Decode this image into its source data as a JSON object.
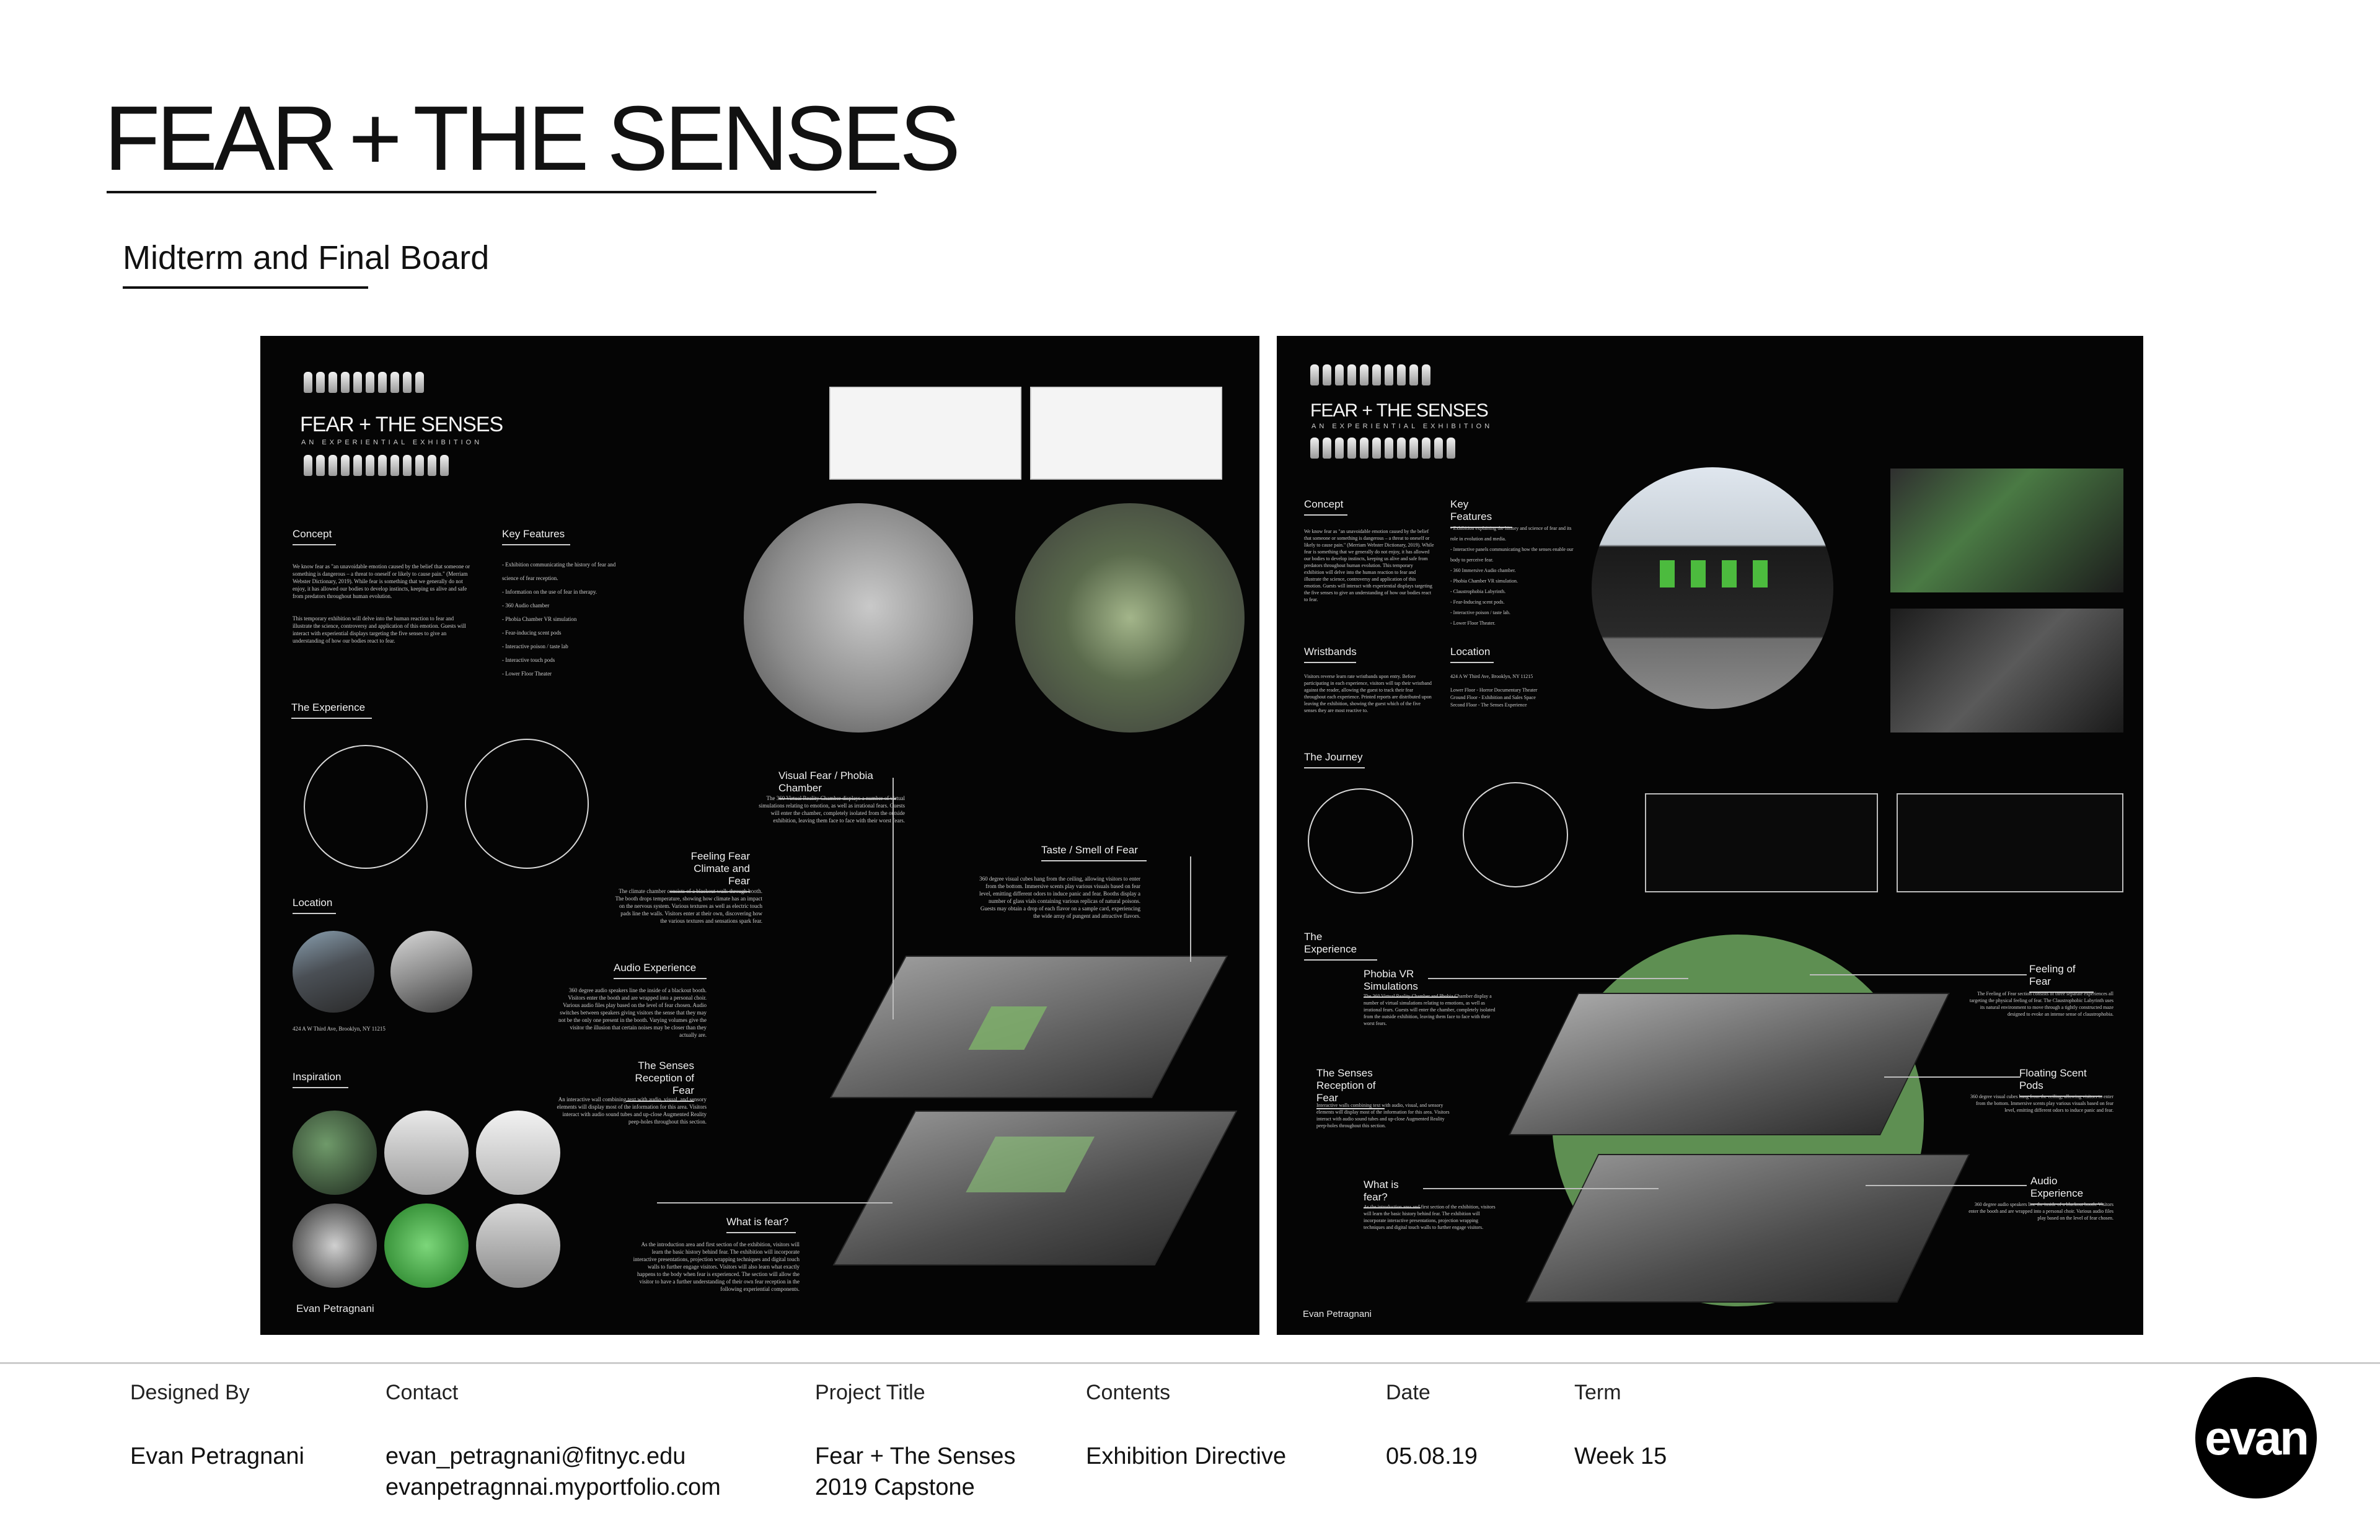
{
  "header": {
    "title": "FEAR + THE SENSES",
    "subtitle": "Midterm and Final Board"
  },
  "left_board": {
    "logo_title": "FEAR + THE SENSES",
    "logo_subtitle": "AN EXPERIENTIAL EXHIBITION",
    "concept_heading": "Concept",
    "concept_text": "We know fear as \"an unavoidable emotion caused by the belief that someone or something is dangerous – a threat to oneself or likely to cause pain.\" (Merriam Webster Dictionary, 2019). While fear is something that we generally do not enjoy, it has allowed our bodies to develop instincts, keeping us alive and safe from predators throughout human evolution.",
    "concept_text_2": "This temporary exhibition will delve into the human reaction to fear and illustrate the science, controversy and application of this emotion. Guests will interact with experiential displays targeting the five senses to give an understanding of how our bodies react to fear.",
    "key_features_heading": "Key Features",
    "key_features": [
      "- Exhibition communicating the history of fear and science of fear reception.",
      "- Information on the use of fear in therapy.",
      "- 360 Audio chamber",
      "- Phobia Chamber VR simulation",
      "- Fear-inducing scent pods",
      "- Interactive poison / taste lab",
      "- Interactive touch pods",
      "- Lower Floor Theater"
    ],
    "experience_heading": "The Experience",
    "location_heading": "Location",
    "location_address": "424 A W Third Ave, Brooklyn, NY 11215",
    "inspiration_heading": "Inspiration",
    "author": "Evan Petragnani",
    "callouts": [
      {
        "title": "Visual Fear / Phobia Chamber",
        "text": "The 360 Virtual Reality Chamber displays a number of virtual simulations relating to emotion, as well as irrational fears. Guests will enter the chamber, completely isolated from the outside exhibition, leaving them face to face with their worst fears."
      },
      {
        "title": "Feeling Fear\nClimate and Fear",
        "text": "The climate chamber consists of a blackout walk-through booth. The booth drops temperature, showing how climate has an impact on the nervous system. Various textures as well as electric touch pads line the walls. Visitors enter at their own, discovering how the various textures and sensations spark fear."
      },
      {
        "title": "Taste / Smell of Fear",
        "text": "360 degree visual cubes hang from the ceiling, allowing visitors to enter from the bottom. Immersive scents play various visuals based on fear level, emitting different odors to induce panic and fear. Booths display a number of glass vials containing various replicas of natural poisons. Guests may obtain a drop of each flavor on a sample card, experiencing the wide array of pungent and attractive flavors."
      },
      {
        "title": "Audio Experience",
        "text": "360 degree audio speakers line the inside of a blackout booth. Visitors enter the booth and are wrapped into a personal choir. Various audio files play based on the level of fear chosen. Audio switches between speakers giving visitors the sense that they may not be the only one present in the booth. Varying volumes give the visitor the illusion that certain noises may be closer than they actually are."
      },
      {
        "title": "The Senses\nReception of Fear",
        "text": "An interactive wall combining text with audio, visual, and sensory elements will display most of the information for this area. Visitors interact with audio sound tubes and up-close Augmented Reality peep-holes throughout this section."
      },
      {
        "title": "What is fear?",
        "text": "As the introduction area and first section of the exhibition, visitors will learn the basic history behind fear. The exhibition will incorporate interactive presentations, projection wrapping techniques and digital touch walls to further engage visitors. Visitors will also learn what exactly happens to the body when fear is experienced. The section will allow the visitor to have a further understanding of their own fear reception in the following experiential components."
      }
    ]
  },
  "right_board": {
    "logo_title": "FEAR + THE SENSES",
    "logo_subtitle": "AN EXPERIENTIAL EXHIBITION",
    "concept_heading": "Concept",
    "concept_text": "We know fear as \"an unavoidable emotion caused by the belief that someone or something is dangerous – a threat to oneself or likely to cause pain.\" (Merriam Webster Dictionary, 2019). While fear is something that we generally do not enjoy, it has allowed our bodies to develop instincts, keeping us alive and safe from predators throughout human evolution. This temporary exhibition will delve into the human reaction to fear and illustrate the science, controversy and application of this emotion. Guests will interact with experiential displays targeting the five senses to give an understanding of how our bodies react to fear.",
    "key_features_heading": "Key Features",
    "key_features": [
      "- Exhibition explaining the history and science of fear and its role in evolution and media.",
      "- Interactive panels communicating how the senses enable our body to perceive fear.",
      "- 360 Immersive Audio chamber.",
      "- Phobia Chamber VR simulation.",
      "- Claustrophobia Labyrinth.",
      "- Fear-Inducing scent pods.",
      "- Interactive poison / taste lab.",
      "- Lower Floor Theater."
    ],
    "wristbands_heading": "Wristbands",
    "wristbands_text": "Visitors reverse learn rate wristbands upon entry. Before participating in each experience, visitors will tap their wristband against the reader, allowing the guest to track their fear throughout each experience. Printed reports are distributed upon leaving the exhibition, showing the guest which of the five senses they are most reactive to.",
    "location_heading": "Location",
    "location_address": "424 A W Third Ave, Brooklyn, NY 11215",
    "location_floors": "Lower Floor - Horror Documentary Theater\nGround Floor - Exhibition and Sales Space\nSecond Floor - The Senses Experience",
    "journey_heading": "The Journey",
    "experience_heading": "The Experience",
    "author": "Evan Petragnani",
    "callouts": [
      {
        "title": "Phobia VR Simulations",
        "text": "The 360 Virtual Reality Chamber and Phobia Chamber display a number of virtual simulations relating to emotions, as well as irrational fears. Guests will enter the chamber, completely isolated from the outside exhibition, leaving them face to face with their worst fears."
      },
      {
        "title": "Feeling of Fear",
        "text": "The Feeling of Fear section consists of three separate experiences all targeting the physical feeling of fear. The Claustrophobic Labyrinth uses its natural environment to move through a tightly constructed maze designed to evoke an intense sense of claustrophobia."
      },
      {
        "title": "The Senses\nReception of Fear",
        "text": "Interactive walls combining text with audio, visual, and sensory elements will display most of the information for this area. Visitors interact with audio sound tubes and up-close Augmented Reality peep-holes throughout this section."
      },
      {
        "title": "Floating Scent Pods",
        "text": "360 degree visual cubes hang from the ceiling, allowing visitors to enter from the bottom. Immersive scents play various visuals based on fear level, emitting different odors to induce panic and fear."
      },
      {
        "title": "What is fear?",
        "text": "As the introduction area and first section of the exhibition, visitors will learn the basic history behind fear. The exhibition will incorporate interactive presentations, projection wrapping techniques and digital touch walls to further engage visitors."
      },
      {
        "title": "Audio Experience",
        "text": "360 degree audio speakers line the inside of a blackout booth. Visitors enter the booth and are wrapped into a personal choir. Various audio files play based on the level of fear chosen."
      }
    ]
  },
  "footer": {
    "designed_by_label": "Designed By",
    "designed_by_value": "Evan Petragnani",
    "contact_label": "Contact",
    "contact_email": "evan_petragnani@fitnyc.edu",
    "contact_site": "evanpetragnnai.myportfolio.com",
    "project_title_label": "Project Title",
    "project_title_line1": "Fear + The Senses",
    "project_title_line2": "2019 Capstone",
    "contents_label": "Contents",
    "contents_value": "Exhibition Directive",
    "date_label": "Date",
    "date_value": "05.08.19",
    "term_label": "Term",
    "term_value": "Week 15",
    "logo_text": "evan"
  },
  "colors": {
    "board_bg": "#050505",
    "accent_green": "#5e8f52",
    "text_light": "#e8e8e8"
  }
}
